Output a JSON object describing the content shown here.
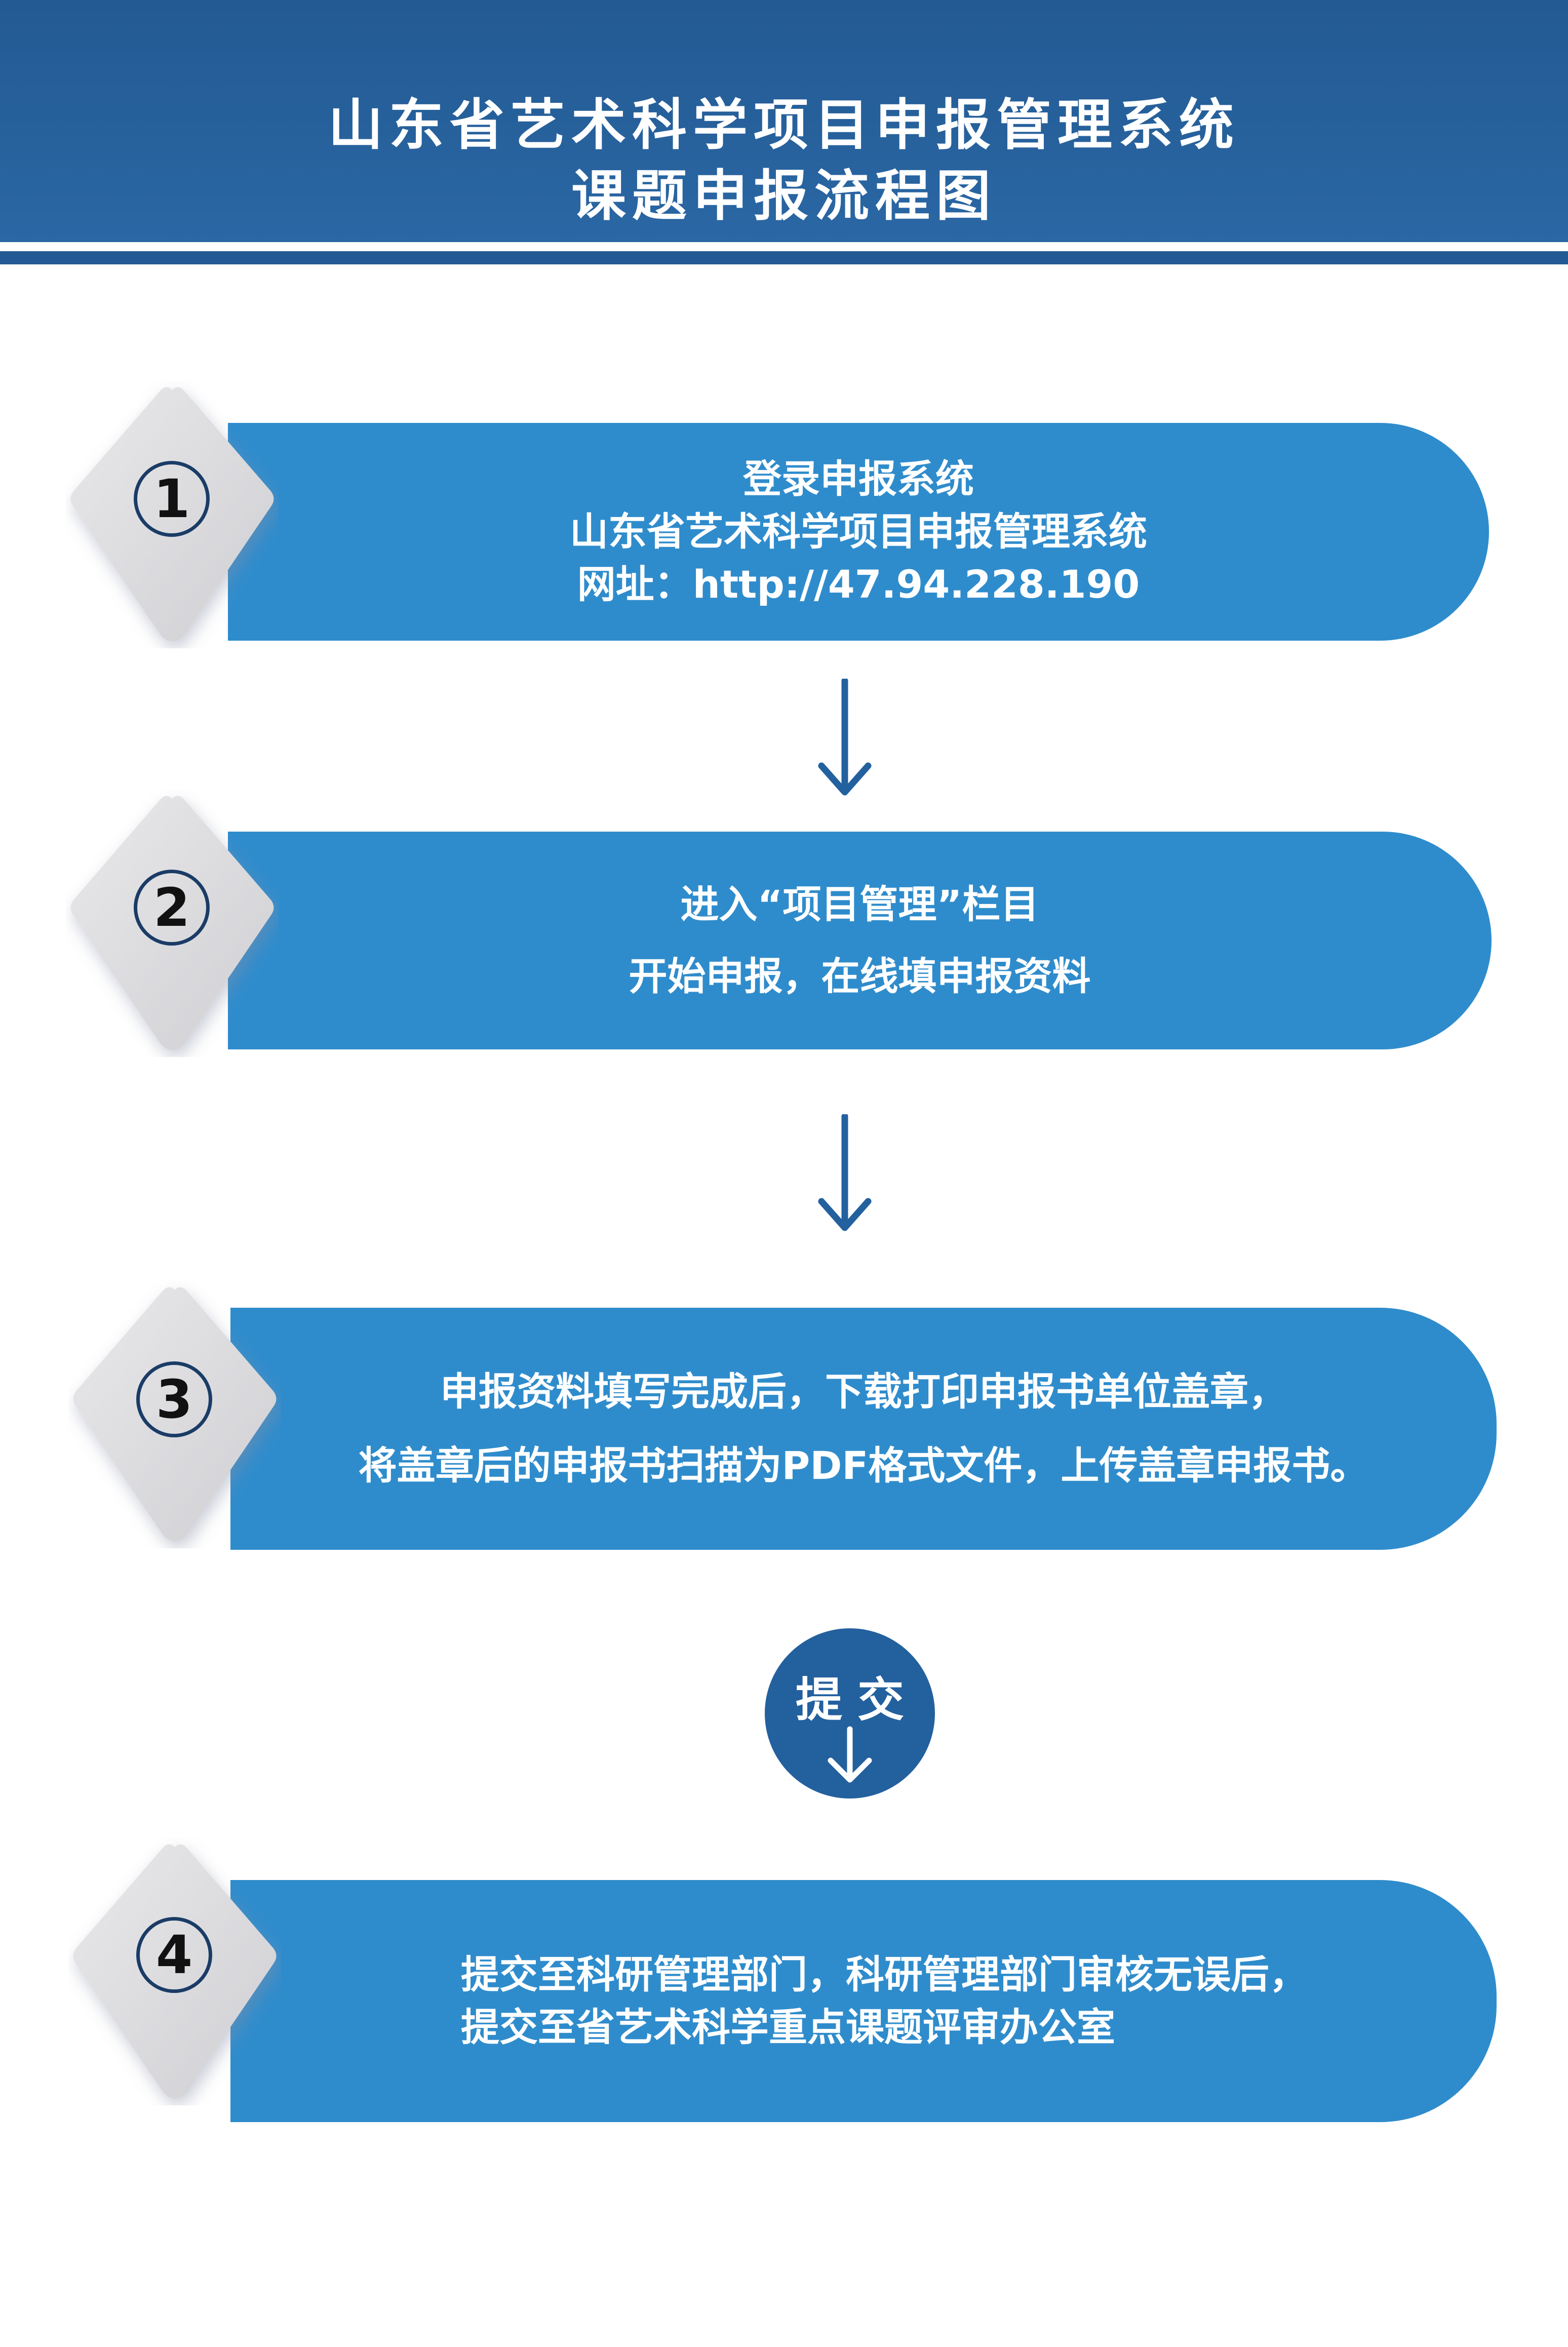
{
  "header": {
    "title_line1": "山东省艺术科学项目申报管理系统",
    "title_line2": "课题申报流程图"
  },
  "colors": {
    "header_blue": "#235a93",
    "pill_blue": "#2f8ccc",
    "arrow_blue": "#23609e",
    "diamond_grey": "#dcdcde"
  },
  "steps": [
    {
      "number": "1",
      "lines": [
        "登录申报系统",
        "山东省艺术科学项目申报管理系统",
        "网址：http://47.94.228.190"
      ]
    },
    {
      "number": "2",
      "lines": [
        "进入“项目管理”栏目",
        "开始申报，在线填申报资料"
      ]
    },
    {
      "number": "3",
      "lines": [
        "申报资料填写完成后，下载打印申报书单位盖章，",
        "将盖章后的申报书扫描为PDF格式文件，上传盖章申报书。"
      ]
    },
    {
      "number": "4",
      "lines": [
        "提交至科研管理部门，科研管理部门审核无误后，",
        "提交至省艺术科学重点课题评审办公室"
      ]
    }
  ],
  "submit": {
    "label": "提交",
    "icon": "down-arrow-icon"
  }
}
